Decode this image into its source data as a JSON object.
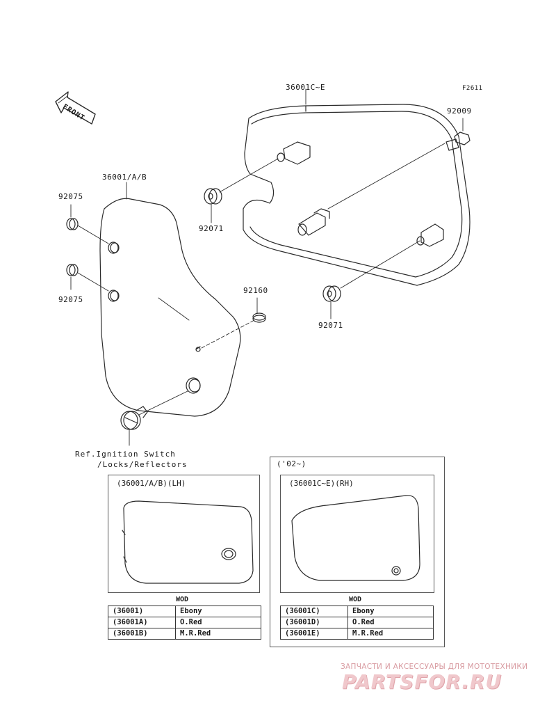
{
  "figure_code": "F2611",
  "front_label": "FRONT",
  "parts": {
    "rh_cover": "36001C~E",
    "lh_cover": "36001/A/B",
    "bolt": "92009",
    "grommet_lh_top": "92075",
    "grommet_lh_mid": "92075",
    "grommet_rh_top": "92071",
    "grommet_rh_bottom": "92071",
    "damper": "92160"
  },
  "reference_note": {
    "line1": "Ref.Ignition Switch",
    "line2": "/Locks/Reflectors"
  },
  "variant_box": {
    "year_label": "('02~)",
    "lh": {
      "title": "(36001/A/B)(LH)",
      "header": "WOD",
      "rows": [
        {
          "code": "(36001)",
          "name": "Ebony"
        },
        {
          "code": "(36001A)",
          "name": "O.Red"
        },
        {
          "code": "(36001B)",
          "name": "M.R.Red"
        }
      ]
    },
    "rh": {
      "title": "(36001C~E)(RH)",
      "header": "WOD",
      "rows": [
        {
          "code": "(36001C)",
          "name": "Ebony"
        },
        {
          "code": "(36001D)",
          "name": "O.Red"
        },
        {
          "code": "(36001E)",
          "name": "M.R.Red"
        }
      ]
    }
  },
  "watermark": {
    "tagline": "ЗАПЧАСТИ И АКСЕССУАРЫ ДЛЯ МОТОТЕХНИКИ",
    "logo": "PARTSFOR.RU"
  }
}
